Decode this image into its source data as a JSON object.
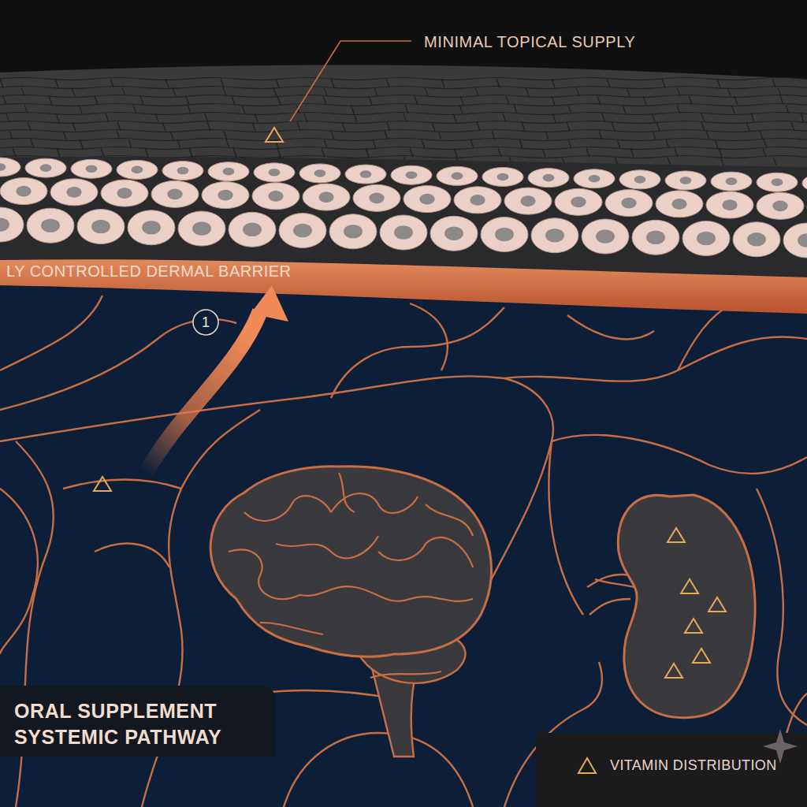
{
  "diagram": {
    "nodes": [
      {
        "text": [
          "LY CONTROLLED DERMAL BARRIER"
        ]
      }
    ],
    "labels": [
      "MINIMAL TOPICAL SUPPLY",
      "1",
      "ORAL SUPPLEMENT SYSTEMIC PATHWAY"
    ],
    "legend": [
      {
        "text": "VITAMIN DISTRIBUTION"
      }
    ]
  }
}
